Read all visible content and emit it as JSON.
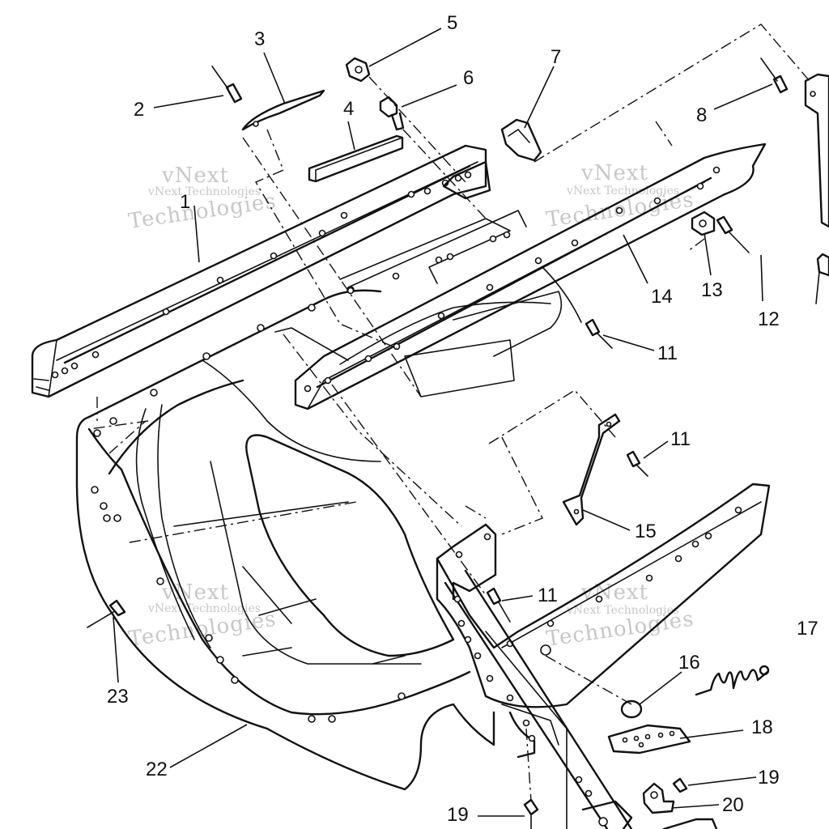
{
  "callouts": [
    {
      "id": "c1",
      "label": "1"
    },
    {
      "id": "c2",
      "label": "2"
    },
    {
      "id": "c3",
      "label": "3"
    },
    {
      "id": "c4",
      "label": "4"
    },
    {
      "id": "c5",
      "label": "5"
    },
    {
      "id": "c6",
      "label": "6"
    },
    {
      "id": "c7",
      "label": "7"
    },
    {
      "id": "c8",
      "label": "8"
    },
    {
      "id": "c11a",
      "label": "11"
    },
    {
      "id": "c11b",
      "label": "11"
    },
    {
      "id": "c11c",
      "label": "11"
    },
    {
      "id": "c12",
      "label": "12"
    },
    {
      "id": "c13",
      "label": "13"
    },
    {
      "id": "c14",
      "label": "14"
    },
    {
      "id": "c15",
      "label": "15"
    },
    {
      "id": "c16",
      "label": "16"
    },
    {
      "id": "c17",
      "label": "17"
    },
    {
      "id": "c18",
      "label": "18"
    },
    {
      "id": "c19a",
      "label": "19"
    },
    {
      "id": "c19b",
      "label": "19"
    },
    {
      "id": "c20",
      "label": "20"
    },
    {
      "id": "c22",
      "label": "22"
    },
    {
      "id": "c23",
      "label": "23"
    }
  ],
  "watermark": {
    "line1": "vNext",
    "line2": "Technologies",
    "small": "vNext Technologies"
  }
}
